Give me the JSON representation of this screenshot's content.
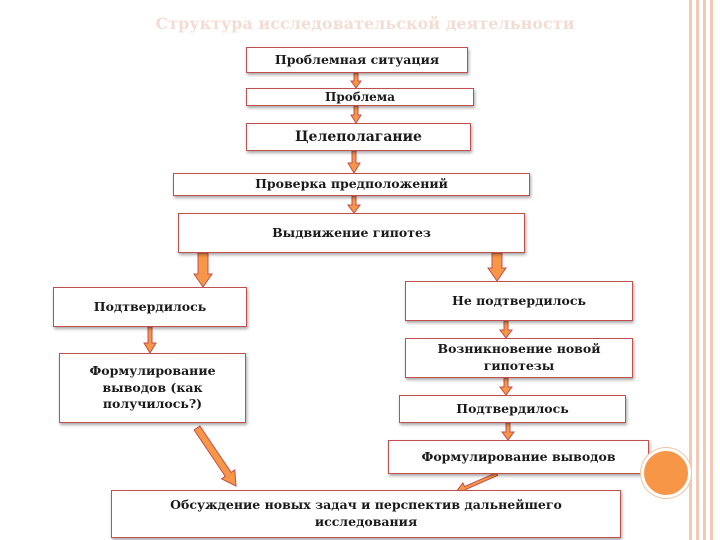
{
  "title": "Структура исследовательской деятельности",
  "nodes": {
    "problem_situation": "Проблемная ситуация",
    "problem": "Проблема",
    "goal_setting": "Целеполагание",
    "check_assumptions": "Проверка предположений",
    "hypothesis": "Выдвижение гипотез",
    "confirmed_left": "Подтвердилось",
    "not_confirmed": "Не подтвердилось",
    "conclusions_left": "Формулирование выводов (как получилось?)",
    "new_hypothesis": "Возникновение новой гипотезы",
    "confirmed_right": "Подтвердилось",
    "conclusions_right": "Формулирование выводов",
    "discussion": "Обсуждение новых задач и перспектив дальнейшего исследования"
  },
  "colors": {
    "arrow_fill": "#f79646",
    "arrow_stroke": "#c0504d",
    "box_border": "#c0504d",
    "circle": "#f79646",
    "title": "#f3ddd3"
  }
}
